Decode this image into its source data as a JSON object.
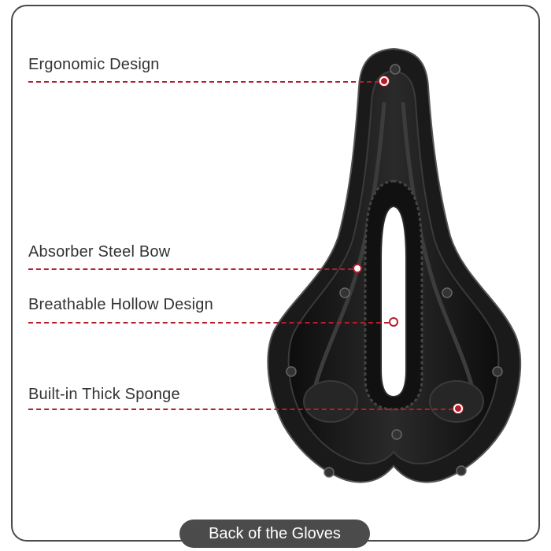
{
  "callouts": [
    {
      "label": "Ergonomic Design"
    },
    {
      "label": "Absorber Steel Bow"
    },
    {
      "label": "Breathable Hollow Design"
    },
    {
      "label": "Built-in Thick Sponge"
    }
  ],
  "caption": "Back of the Gloves",
  "colors": {
    "accent": "#b21e2b",
    "frame": "#4a4a4a",
    "caption_bg": "#4b4b4b"
  }
}
